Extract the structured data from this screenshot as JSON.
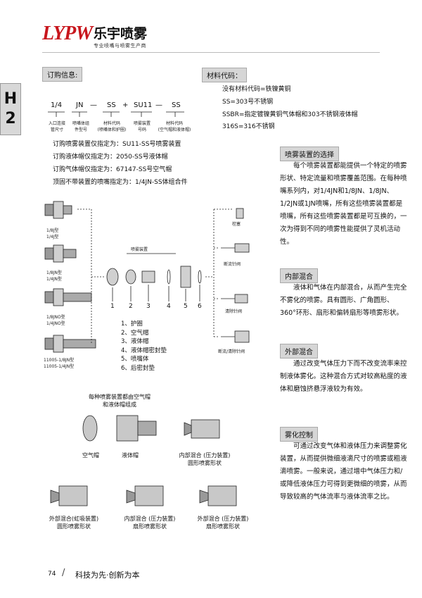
{
  "brand": {
    "logo_mark": "LYPW",
    "name_cn": "乐宇喷雾",
    "tagline": "专业喷嘴与喷雾生产商"
  },
  "side_tab": {
    "letter": "H",
    "number": "2"
  },
  "ordering": {
    "heading": "订购信息:",
    "code_parts": {
      "p1": "1/4",
      "p2": "JN",
      "dash1": "—",
      "p3": "SS",
      "plus": "+",
      "p4": "SU11",
      "dash2": "—",
      "p5": "SS"
    },
    "code_captions": {
      "c1": "入口连接\n管尺寸",
      "c2": "喷嘴体组\n件型号",
      "c3": "材料代码\n(喷嘴体和护圈)",
      "c4": "喷雾装置\n号码",
      "c5": "材料代码\n(空气帽和液体帽)"
    },
    "lines": [
      "订购喷雾装置仅指定为：SU11-SS号喷雾装置",
      "订购液体帽仅指定为：2050-SS号液体帽",
      "订购气体帽仅指定为：67147-SS号空气帽",
      "顶固不带装置的喷嘴指定为：1/4JN-SS体组合件"
    ]
  },
  "materials": {
    "heading": "材料代码：",
    "lines": [
      "没有材料代码=铁镍黄铜",
      "SS=303号不锈钢",
      "SSBR=指定镀镍黄铜气体帽和303不锈钢液体帽",
      "316S=316不锈钢"
    ]
  },
  "diagram": {
    "left_labels": [
      "1/8J型\n1/4J型",
      "1/8JN型\n1/4JN型",
      "1/8JNO型\n1/4JNO型",
      "11005-1/8JN型\n11005-1/4JN型"
    ],
    "center_header": "喷雾装置",
    "numbers": [
      "1",
      "2",
      "3",
      "4",
      "5",
      "6"
    ],
    "right_labels": [
      "栓塞",
      "断流针阀",
      "清除针阀",
      "断流/清除针阀"
    ],
    "legend": [
      "1、护圈",
      "2、空气帽",
      "3、液体帽",
      "4、液体帽密封垫",
      "5、喷嘴体",
      "6、后密封垫"
    ]
  },
  "bottom_figs": {
    "title": "每种喷雾装置都由空气帽\n和液体帽组成",
    "air_cap": "空气帽",
    "liquid_cap": "液体帽",
    "fig1": "内部混合 (压力装置)\n圆形喷雾形状",
    "fig2": "外部混合(虹吸装置)\n圆形喷雾形状",
    "fig3": "内部混合 (压力装置)\n扇形喷雾形状",
    "fig4": "外部混合 (压力装置)\n扇形喷雾形状"
  },
  "sections": [
    {
      "heading": "喷雾装置的选择",
      "text": "每个喷雾装置都能提供一个特定的喷雾形状、特定流量和喷雾覆盖范围。在每种喷嘴系列内，对1/4JN和1/8JN、1/8JN、1/2JN或1JN喷嘴，所有这些喷雾装置都是喷嘴，所有这些喷雾装置都是可互换的，一次为得到不同的喷雾性能提供了灵机活动性。"
    },
    {
      "heading": "内部混合",
      "text": "液体和气体在内部混合，从而产生完全不雾化的喷雾。具有圆形、广角圆形、360°环形、扇形和偏转扇形等喷雾形状。"
    },
    {
      "heading": "外部混合",
      "text": "通过改变气体压力下而不改变流率来控制液体雾化。这种混合方式对较高粘度的液体和磨蚀挤悬浮液较为有效。"
    },
    {
      "heading": "雾化控制",
      "text": "可通过改变气体和液体压力来调整雾化装置，从而提供微细液滴尺寸的喷雾或粗液滴喷雾。一般来说，通过增中气体压力和/或降低液体压力可得到更微细的喷雾，从而导致较高的气体流率与液体流率之比。"
    }
  ],
  "footer": {
    "page": "74",
    "slash": "/",
    "text": "科技为先·创新为本"
  }
}
